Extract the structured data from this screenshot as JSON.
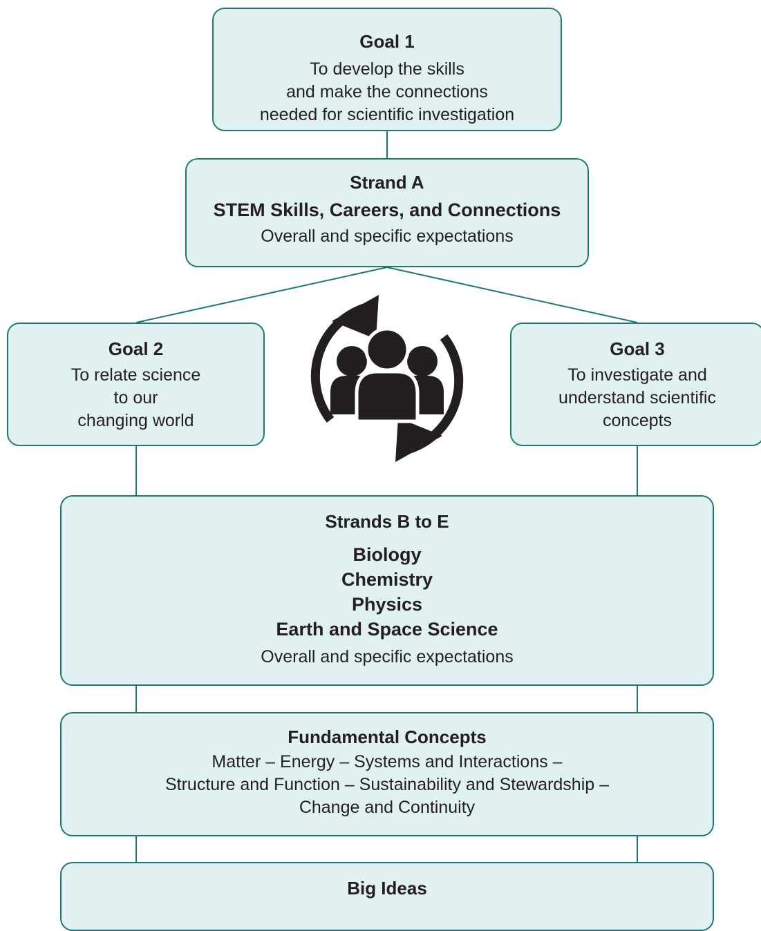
{
  "goal1": {
    "title": "Goal 1",
    "lines": [
      "To develop the skills",
      "and make the connections",
      "needed for scientific investigation"
    ]
  },
  "strand_a": {
    "title": "Strand A",
    "subtitle": "STEM Skills, Careers, and Connections",
    "description": "Overall and specific expectations"
  },
  "goal2": {
    "title": "Goal 2",
    "lines": [
      "To relate science",
      "to our",
      "changing world"
    ]
  },
  "goal3": {
    "title": "Goal 3",
    "lines": [
      "To investigate and",
      "understand scientific",
      "concepts"
    ]
  },
  "center_icon": {
    "icon": "people-cycle-icon",
    "color": "#231f20"
  },
  "strands_b_to_e": {
    "title": "Strands B to E",
    "subjects": [
      "Biology",
      "Chemistry",
      "Physics",
      "Earth and Space Science"
    ],
    "description": "Overall and specific expectations"
  },
  "fundamental_concepts": {
    "title": "Fundamental Concepts",
    "lines": [
      "Matter – Energy – Systems and Interactions –",
      "Structure and Function – Sustainability and Stewardship –",
      "Change and Continuity"
    ]
  },
  "big_ideas": {
    "title": "Big Ideas"
  },
  "colors": {
    "box_fill": "#e1f1f1",
    "box_border": "#1d7a73",
    "connector": "#1d7a73",
    "text": "#231f20"
  }
}
